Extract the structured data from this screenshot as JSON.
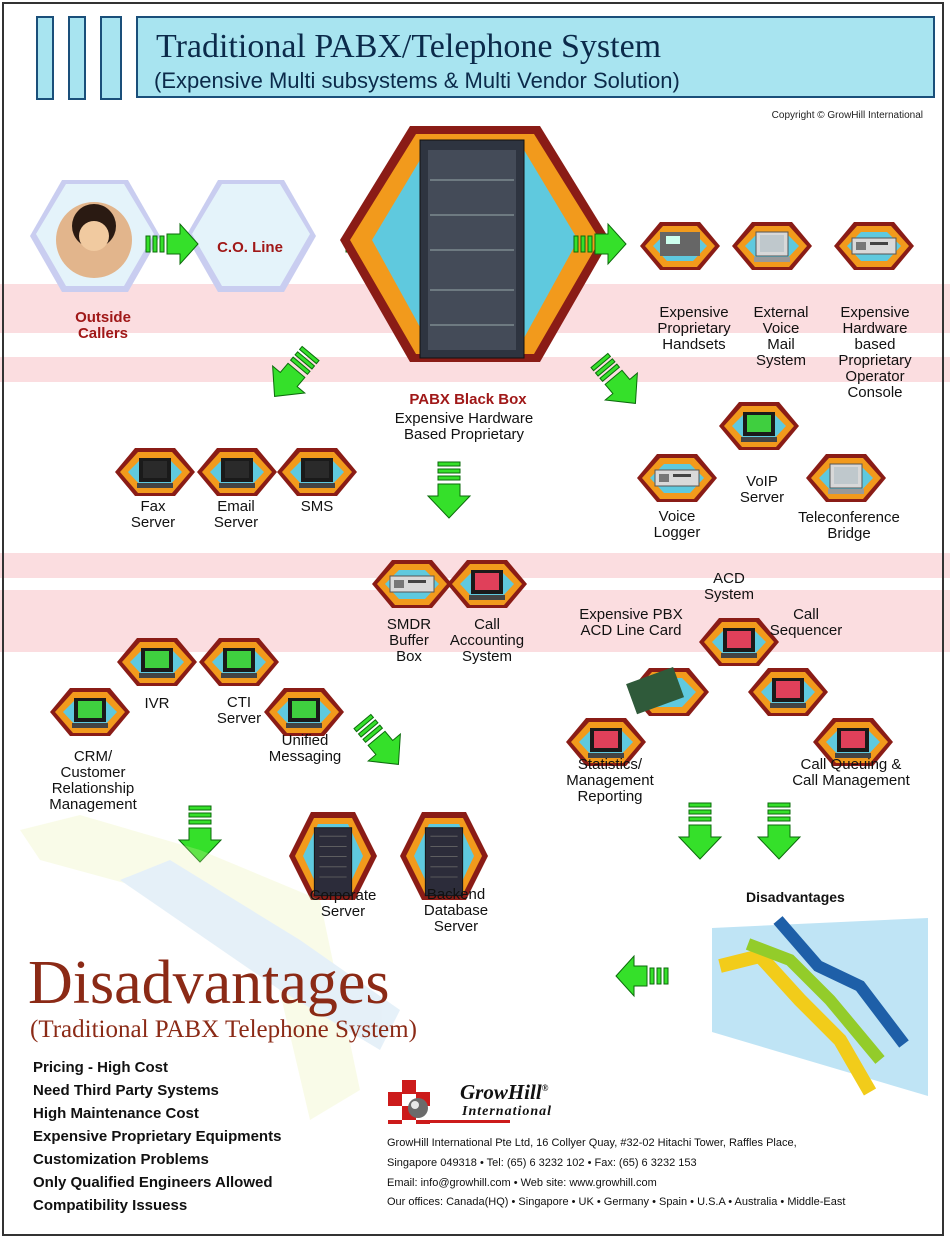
{
  "header": {
    "title": "Traditional PABX/Telephone System",
    "subtitle": "(Expensive Multi subsystems & Multi Vendor Solution)",
    "copyright": "Copyright © GrowHill International"
  },
  "nodes": {
    "outside_callers": "Outside\nCallers",
    "co_line": "C.O. Line",
    "pabx_title": "PABX Black Box",
    "pabx_desc": "Expensive Hardware\nBased Proprietary",
    "handsets": "Expensive\nProprietary\nHandsets",
    "voice_mail": "External\nVoice\nMail\nSystem",
    "operator_console": "Expensive\nHardware\nbased\nProprietary\nOperator\nConsole",
    "fax": "Fax\nServer",
    "email": "Email\nServer",
    "sms": "SMS",
    "voice_logger": "Voice\nLogger",
    "voip": "VoIP\nServer",
    "teleconference": "Teleconference\nBridge",
    "smdr": "SMDR\nBuffer\nBox",
    "call_accounting": "Call\nAccounting\nSystem",
    "acd_system": "ACD\nSystem",
    "acd_line_card": "Expensive PBX\nACD Line Card",
    "call_sequencer": "Call\nSequencer",
    "crm": "CRM/\nCustomer\nRelationship\nManagement",
    "ivr": "IVR",
    "cti": "CTI\nServer",
    "unified_messaging": "Unified\nMessaging",
    "statistics": "Statistics/\nManagement\nReporting",
    "call_queuing": "Call Queuing &\nCall Management",
    "corporate_server": "Corporate\nServer",
    "backend_db": "Backend\nDatabase\nServer"
  },
  "disadvantages": {
    "label": "Disadvantages",
    "big_title": "Disadvantages",
    "big_subtitle": "(Traditional PABX Telephone System)",
    "items": [
      "Pricing - High Cost",
      "Need Third Party Systems",
      "High Maintenance Cost",
      "Expensive Proprietary Equipments",
      "Customization Problems",
      "Only Qualified Engineers Allowed",
      "Compatibility Issuess"
    ]
  },
  "company": {
    "name": "GrowHill",
    "registered": "®",
    "division": "International",
    "address_1": "GrowHill International Pte Ltd, 16 Collyer Quay, #32-02 Hitachi Tower, Raffles Place,",
    "address_2": "Singapore 049318 • Tel: (65) 6 3232 102 • Fax: (65) 6 3232 153",
    "email_web": "Email: info@growhill.com • Web site: www.growhill.com",
    "offices": "Our offices: Canada(HQ) • Singapore • UK • Germany • Spain • U.S.A • Australia • Middle-East"
  },
  "colors": {
    "hex_orange": "#f29a1c",
    "hex_maroon": "#8a1c16",
    "hex_cyan": "#5fc9de",
    "arrow_green": "#35e02a",
    "title_blue": "#a8e4f0",
    "band_pink": "#fbdde0",
    "accent_red": "#a01818"
  }
}
